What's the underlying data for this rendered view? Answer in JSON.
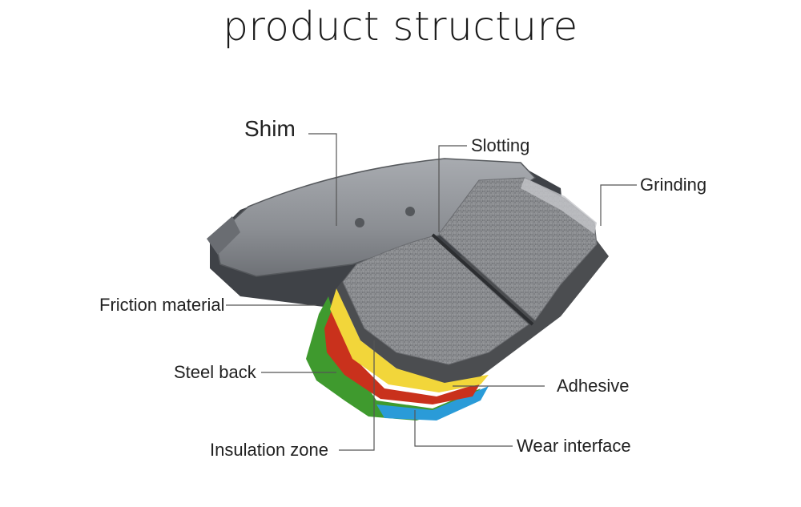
{
  "title": "product structure",
  "labels": {
    "shim": "Shim",
    "slotting": "Slotting",
    "grinding": "Grinding",
    "friction_material": "Friction material",
    "steel_back": "Steel back",
    "adhesive": "Adhesive",
    "insulation_zone": "Insulation zone",
    "wear_interface": "Wear interface"
  },
  "colors": {
    "shim": "#8e9196",
    "shim_dark": "#3f4247",
    "friction": "#8a8c8f",
    "friction_side": "#4b4d50",
    "yellow_layer": "#f2d63a",
    "red_layer": "#c9311c",
    "green_layer": "#3f9a2e",
    "blue_layer": "#2a9bd8"
  }
}
